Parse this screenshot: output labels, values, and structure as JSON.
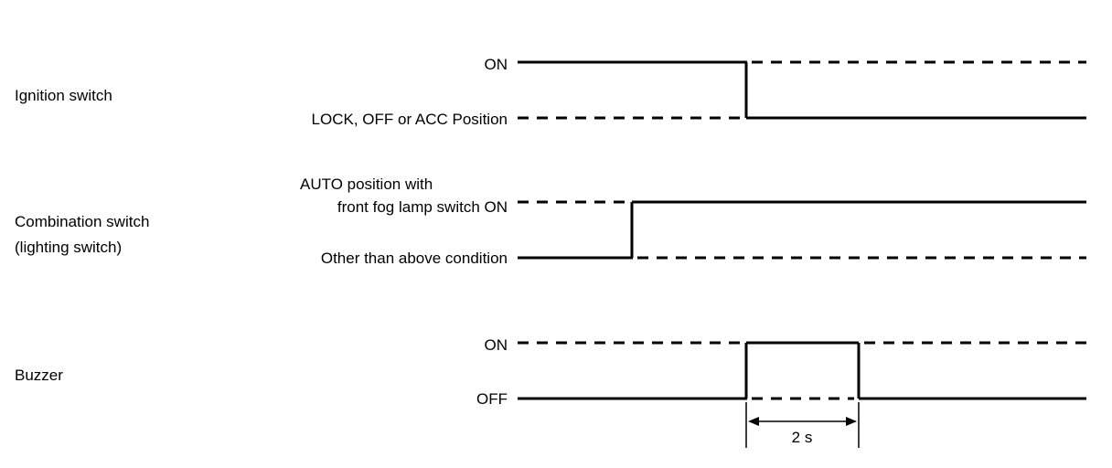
{
  "signals": [
    {
      "name": "Ignition switch",
      "high_label": "ON",
      "low_label": "LOCK, OFF or ACC Position"
    },
    {
      "name_line1": "Combination switch",
      "name_line2": "(lighting switch)",
      "high_label_line1": "AUTO position with",
      "high_label_line2": "front fog lamp switch ON",
      "low_label": "Other than above condition"
    },
    {
      "name": "Buzzer",
      "high_label": "ON",
      "low_label": "OFF"
    }
  ],
  "duration_annotation": "2 s"
}
